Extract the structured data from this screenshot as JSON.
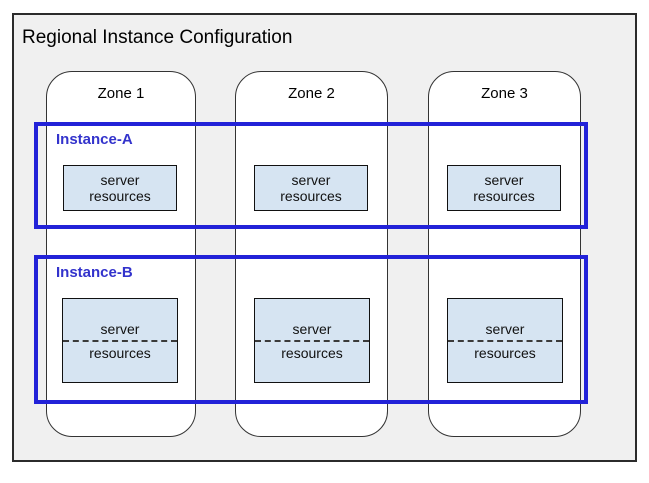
{
  "diagram": {
    "title": "Regional Instance Configuration"
  },
  "zones": [
    {
      "label": "Zone 1"
    },
    {
      "label": "Zone 2"
    },
    {
      "label": "Zone 3"
    }
  ],
  "instances": [
    {
      "label": "Instance-A"
    },
    {
      "label": "Instance-B"
    }
  ],
  "server_box": {
    "line1": "server",
    "line2": "resources"
  },
  "colors": {
    "region_background": "#f0f0f0",
    "zone_background": "#ffffff",
    "outline": "#2b2b2b",
    "instance_border": "#2222d8",
    "instance_label": "#3333cc",
    "server_box_fill": "#d6e4f2",
    "server_box_border": "#111111"
  }
}
